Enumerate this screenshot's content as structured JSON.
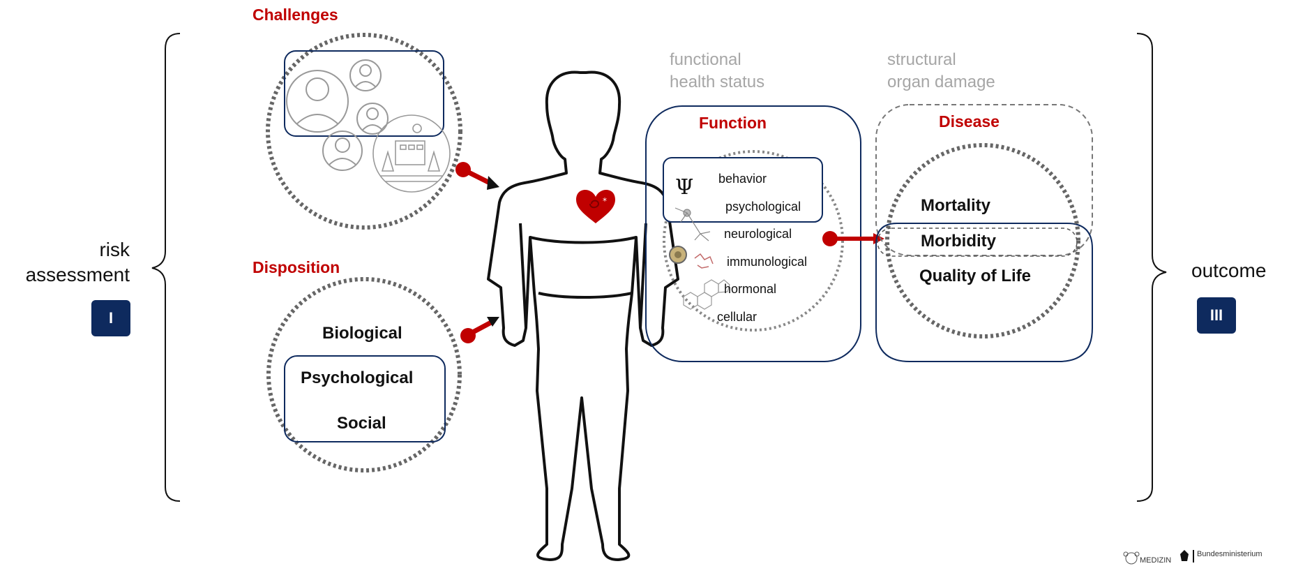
{
  "left": {
    "label": "risk\nassessment",
    "badge": "I"
  },
  "right": {
    "label": "outcome",
    "badge": "III"
  },
  "challenges": {
    "title": "Challenges"
  },
  "disposition": {
    "title": "Disposition",
    "items": [
      "Biological",
      "Psychological",
      "Social"
    ]
  },
  "functional_label": "functional\nhealth status",
  "structural_label": "structural\norgan damage",
  "function": {
    "title": "Function",
    "items": [
      "behavior",
      "psychological",
      "neurological",
      "immunological",
      "hormonal",
      "cellular"
    ]
  },
  "disease": {
    "title": "Disease",
    "items": [
      "Mortality",
      "Morbidity",
      "Quality of Life"
    ]
  },
  "logos": {
    "medizin": "MEDIZIN",
    "ministry": "Bundesministerium"
  },
  "colors": {
    "accent_red": "#c00000",
    "navy": "#0e2a5e",
    "grey_text": "#a6a6a6"
  }
}
